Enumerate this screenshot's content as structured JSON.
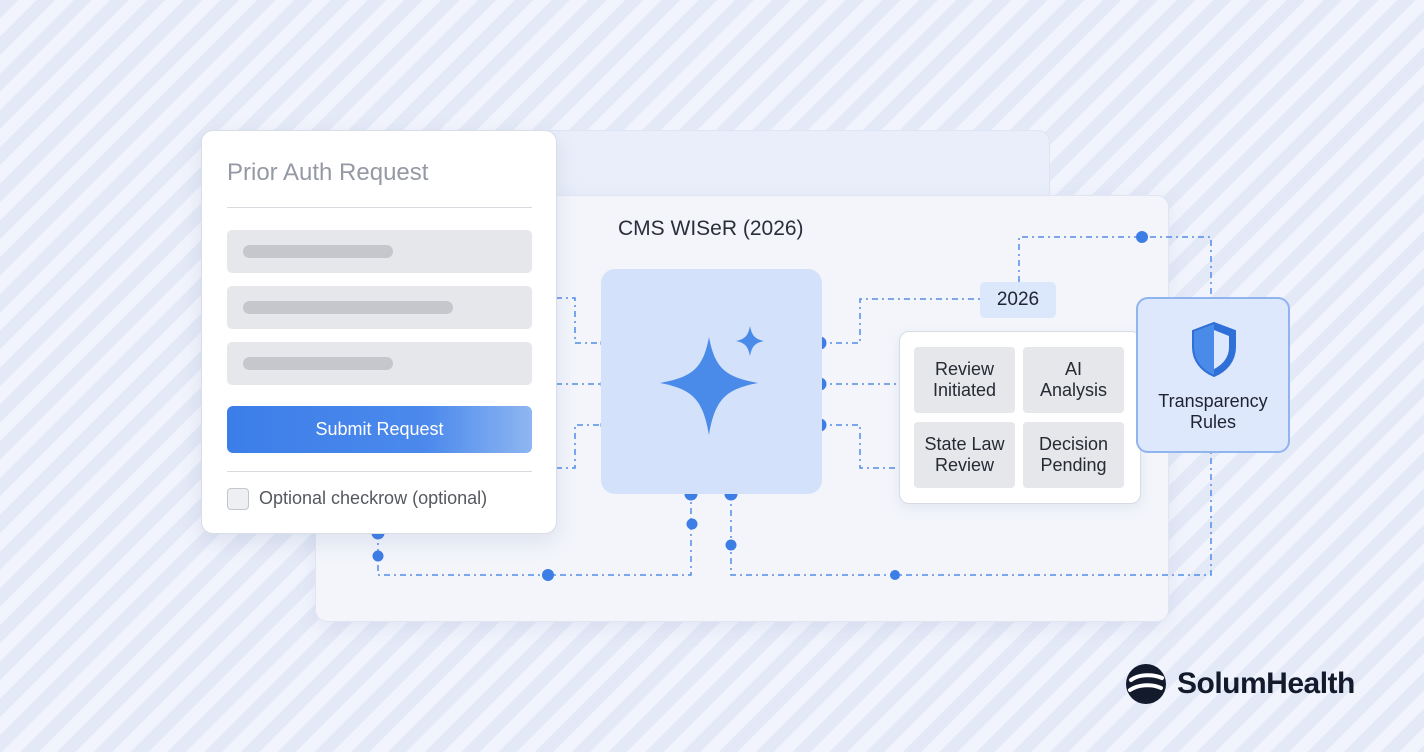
{
  "panel": {
    "title": "CMS WISeR (2026)"
  },
  "form": {
    "title": "Prior Auth Request",
    "submit_label": "Submit Request",
    "optional_label": "Optional checkrow (optional)"
  },
  "year_badge": "2026",
  "status_grid": [
    {
      "line1": "Review",
      "line2": "Initiated"
    },
    {
      "line1": "AI",
      "line2": "Analysis"
    },
    {
      "line1": "State Law",
      "line2": "Review"
    },
    {
      "line1": "Decision",
      "line2": "Pending"
    }
  ],
  "transparency": {
    "line1": "Transparency",
    "line2": "Rules",
    "icon": "shield-icon"
  },
  "logo": {
    "text": "SolumHealth",
    "icon": "logo-mark-icon"
  },
  "colors": {
    "accent": "#3f82ea",
    "connector": "#3f82ea",
    "core": "#d3e2fa",
    "star": "#4a8ae9",
    "background": "#e6ebf8"
  }
}
